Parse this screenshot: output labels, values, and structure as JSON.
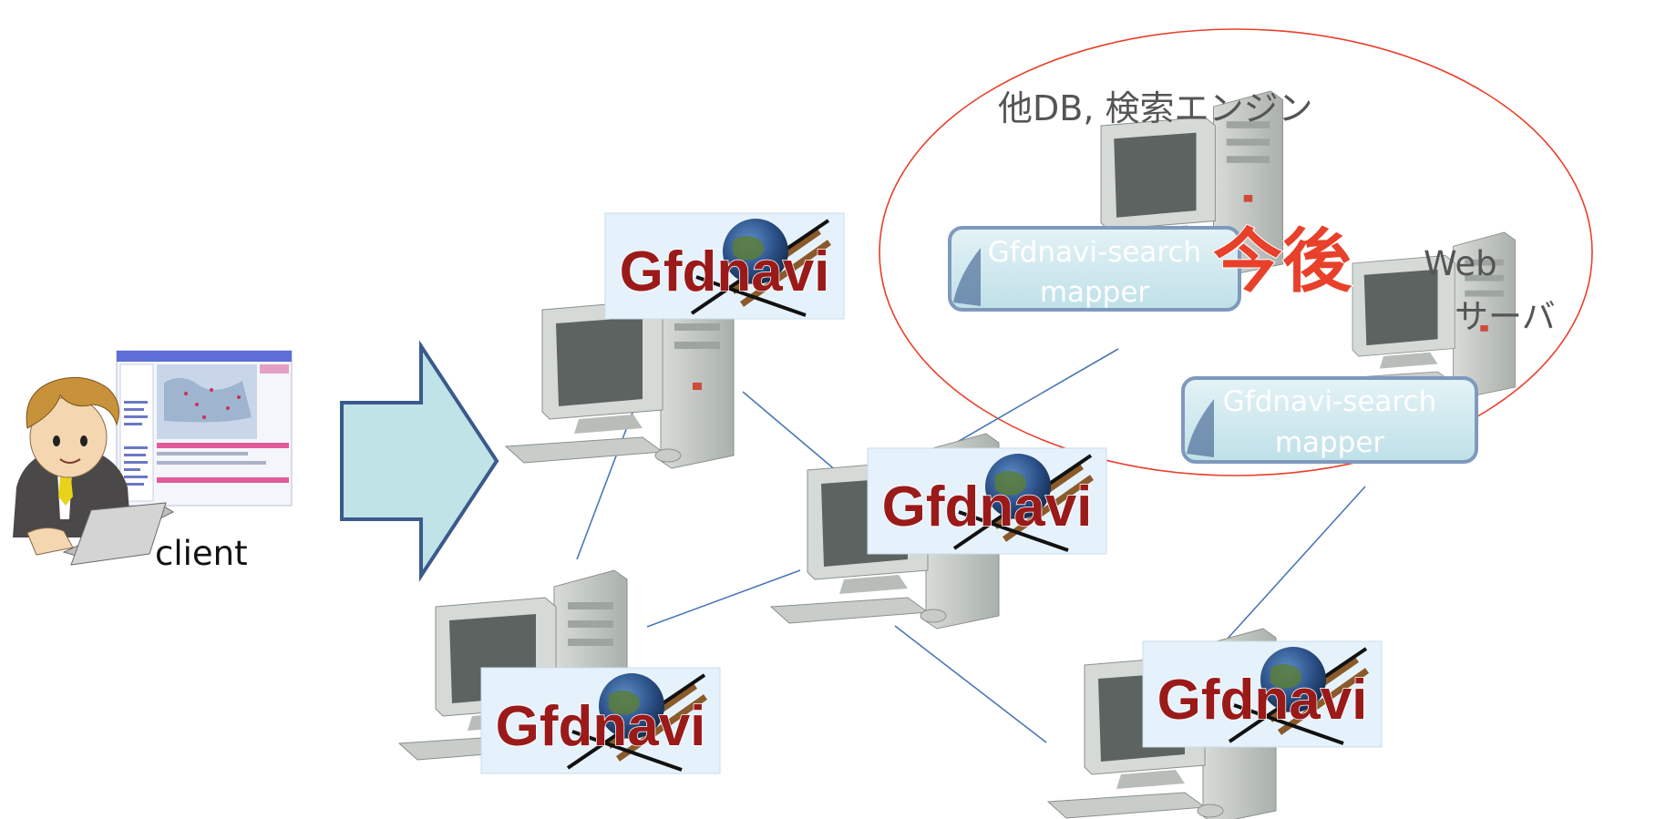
{
  "client": {
    "label": "client"
  },
  "gfdnavi_nodes": [
    {
      "logo": "Gfdnavi"
    },
    {
      "logo": "Gfdnavi"
    },
    {
      "logo": "Gfdnavi"
    },
    {
      "logo": "Gfdnavi"
    }
  ],
  "future": {
    "label": "今後",
    "other_db_label": "他DB, 検索エンジン",
    "web_label_1": "Web",
    "web_label_2": "サーバ",
    "mapper_1": {
      "line1": "Gfdnavi-search",
      "line2": "mapper"
    },
    "mapper_2": {
      "line1": "Gfdnavi-search",
      "line2": "mapper"
    }
  },
  "colors": {
    "ellipse": "#e8402a",
    "future_text": "#e8402a",
    "arrow_fill": "#bfe3e6",
    "arrow_stroke": "#3a5a8c",
    "connector": "#4a78b5",
    "logo_text": "#9a1a1a",
    "logo_bg": "#e6f2fb",
    "mapper_fill": "#cfe8ee",
    "mapper_stroke": "#7f99bd"
  }
}
